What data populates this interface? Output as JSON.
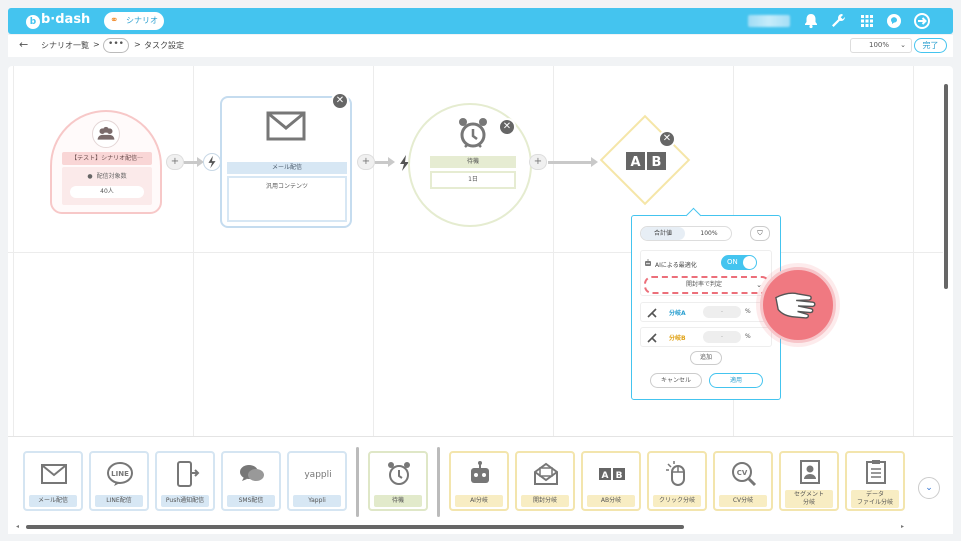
{
  "app": {
    "logo": "b·dash",
    "scenario_pill": "シナリオ"
  },
  "breadcrumb": {
    "back": "←",
    "scenario_list": "シナリオ一覧",
    "sep1": ">",
    "ellipsis": "•••",
    "sep2": ">",
    "current": "タスク設定"
  },
  "toolbar": {
    "zoom": "100%",
    "done": "完了"
  },
  "canvas": {
    "start_node": {
      "title": "【テスト】シナリオ配信···",
      "count_label": "配信対象数",
      "count_value": "40人"
    },
    "mail_node": {
      "title": "メール配信",
      "content": "汎用コンテンツ"
    },
    "wait_node": {
      "title": "待機",
      "value": "1日"
    },
    "plus_label": "+",
    "close_label": "✕"
  },
  "ab_panel": {
    "total_label": "合計値",
    "total_value": "100%",
    "ai_label": "AIによる最適化",
    "toggle_label": "ON",
    "select_value": "開封率で判定",
    "branches": [
      {
        "label": "分岐A",
        "value": "-",
        "unit": "%",
        "color": "#2a9fd0"
      },
      {
        "label": "分岐B",
        "value": "-",
        "unit": "%",
        "color": "#e0a216"
      }
    ],
    "add_label": "追加",
    "cancel_label": "キャンセル",
    "apply_label": "適用"
  },
  "palette": {
    "delivery": [
      "メール配信",
      "LINE配信",
      "Push通知配信",
      "SMS配信",
      "Yappli"
    ],
    "wait": "待機",
    "branch": [
      "AI分岐",
      "開封分岐",
      "AB分岐",
      "クリック分岐",
      "CV分岐"
    ],
    "segment_line1": "セグメント",
    "segment_line2": "分岐",
    "datafile_line1": "データ",
    "datafile_line2": "ファイル分岐",
    "line_logo": "LINE",
    "yappli_logo": "yappli",
    "ab_logo_a": "A",
    "ab_logo_b": "B",
    "cv_logo": "CV"
  },
  "colors": {
    "brand": "#44c4ef",
    "danger": "#ec6f7a",
    "branch_a": "#2a9fd0",
    "branch_b": "#e0a216"
  }
}
